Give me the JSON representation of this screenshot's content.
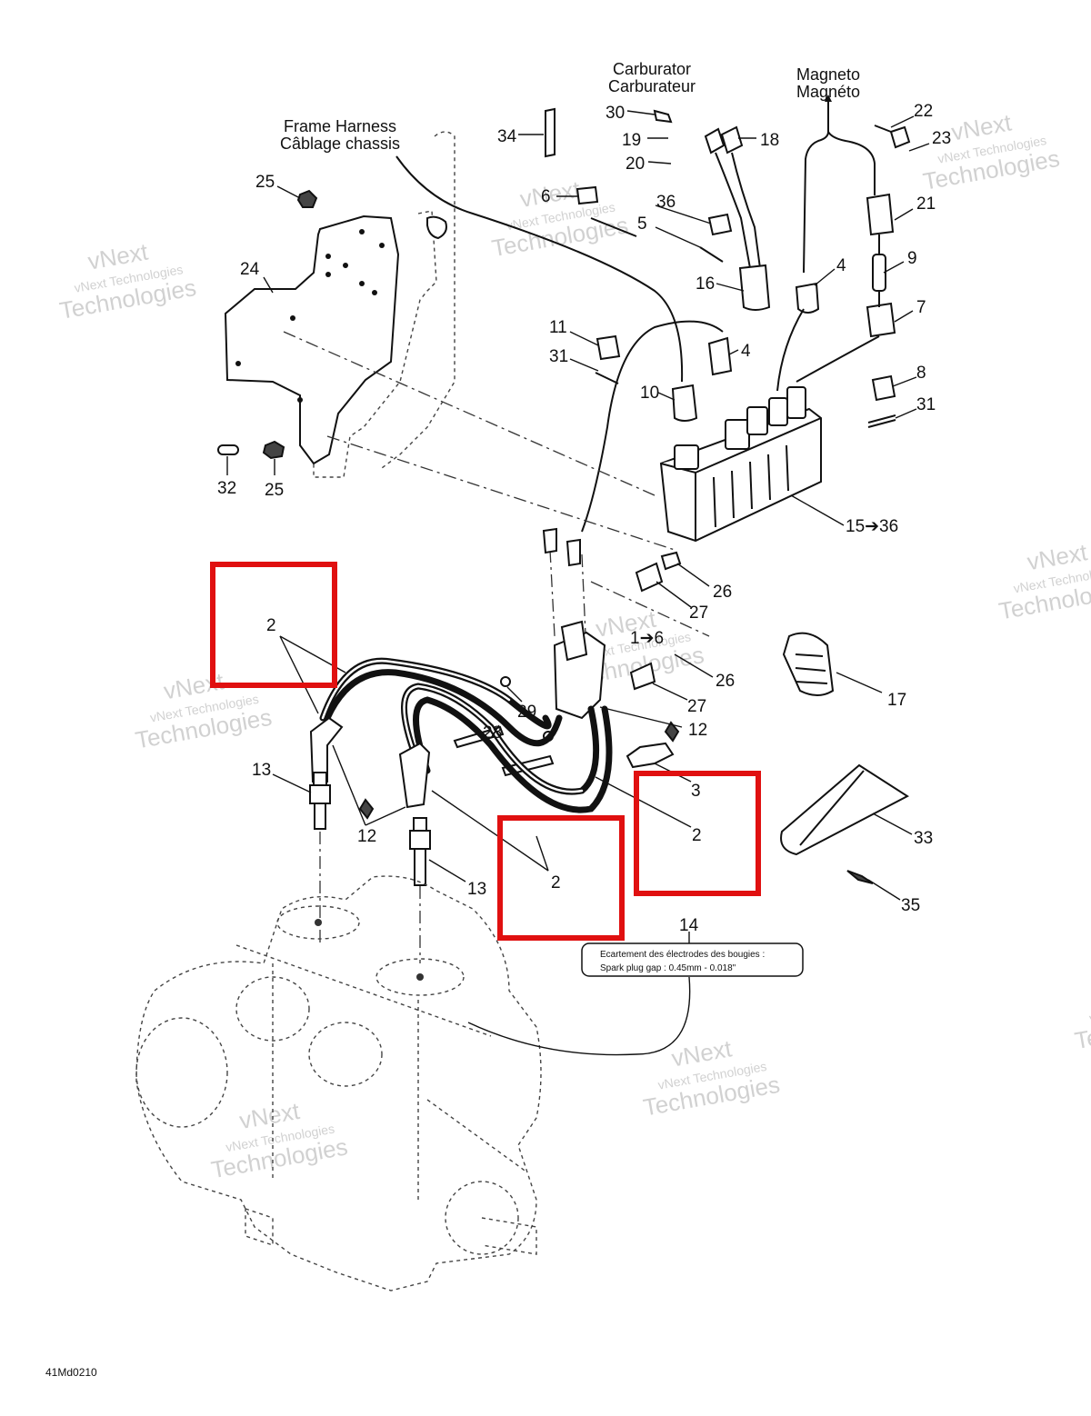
{
  "headings": {
    "frame_harness_en": "Frame Harness",
    "frame_harness_fr": "Câblage chassis",
    "carburetor_en": "Carburator",
    "carburetor_fr": "Carburateur",
    "magneto_en": "Magneto",
    "magneto_fr": "Magnéto"
  },
  "spark_plug_gap_note": {
    "line_fr": "Ecartement des électrodes des bougies :",
    "line_en": "Spark plug gap :   0.45mm - 0.018\""
  },
  "drawing_code": "41Md0210",
  "watermark": {
    "line1": "vNext",
    "line2": "vNext Technologies",
    "line3": "Technologies"
  },
  "highlight_color": "#e01010",
  "callouts": {
    "c30": "30",
    "c19": "19",
    "c20": "20",
    "c18": "18",
    "c34": "34",
    "c22": "22",
    "c23": "23",
    "c21": "21",
    "c9": "9",
    "c7": "7",
    "c4a": "4",
    "c4b": "4",
    "c16": "16",
    "c6": "6",
    "c36": "36",
    "c5": "5",
    "c25a": "25",
    "c24": "24",
    "c11": "11",
    "c31a": "31",
    "c10": "10",
    "c8": "8",
    "c31b": "31",
    "c32": "32",
    "c25b": "25",
    "c15": "15➔36",
    "c26a": "26",
    "c27a": "27",
    "c1": "1➔6",
    "c26b": "26",
    "c27b": "27",
    "c12a": "12",
    "c29": "29",
    "c28": "28",
    "c2a": "2",
    "c13a": "13",
    "c12b": "12",
    "c13b": "13",
    "c2b": "2",
    "c3": "3",
    "c2c": "2",
    "c17": "17",
    "c33": "33",
    "c35": "35",
    "c14": "14"
  }
}
